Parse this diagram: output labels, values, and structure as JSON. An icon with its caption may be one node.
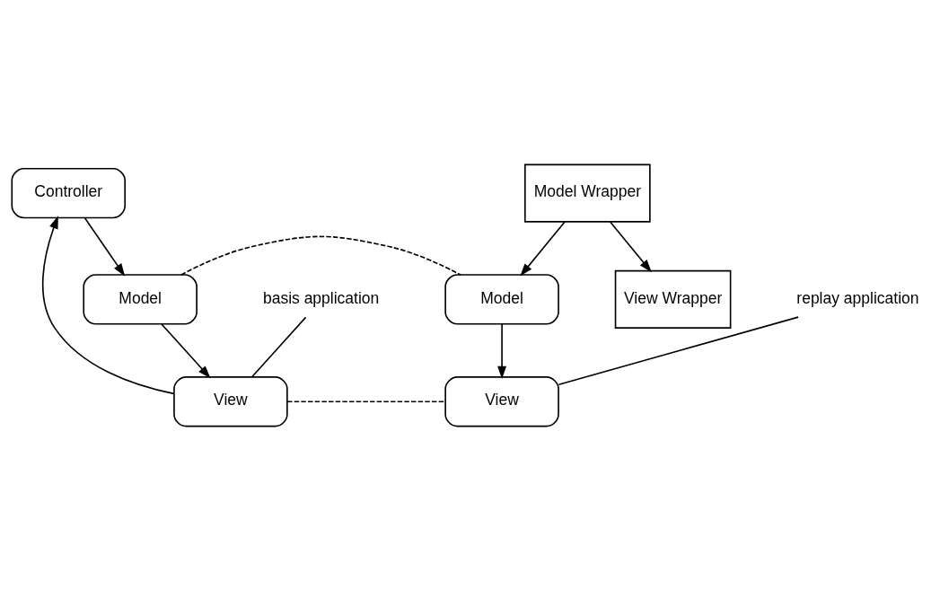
{
  "diagram": {
    "nodes": [
      {
        "text": [
          "Controller"
        ]
      },
      {
        "text": [
          "Model"
        ]
      },
      {
        "text": [
          "View"
        ]
      },
      {
        "text": [
          "Model Wrapper"
        ]
      },
      {
        "text": [
          "Model"
        ]
      },
      {
        "text": [
          "View Wrapper"
        ]
      },
      {
        "text": [
          "View"
        ]
      },
      {
        "text": [
          "basis application"
        ]
      },
      {
        "text": [
          "replay application"
        ]
      }
    ],
    "edges": [
      {
        "from": 0,
        "to": 1,
        "arrow": "to"
      },
      {
        "from": 1,
        "to": 2,
        "arrow": "to"
      },
      {
        "from": 2,
        "to": 0,
        "arrow": "to"
      },
      {
        "from": 3,
        "to": 4,
        "arrow": "to"
      },
      {
        "from": 3,
        "to": 5,
        "arrow": "to"
      },
      {
        "from": 4,
        "to": 6,
        "arrow": "to"
      },
      {
        "from": 1,
        "to": 4,
        "arrow": "none",
        "style": "dashed"
      },
      {
        "from": 2,
        "to": 6,
        "arrow": "none",
        "style": "dashed"
      },
      {
        "from": 7,
        "to": 2,
        "arrow": "none"
      },
      {
        "from": 8,
        "to": 6,
        "arrow": "none"
      }
    ]
  }
}
